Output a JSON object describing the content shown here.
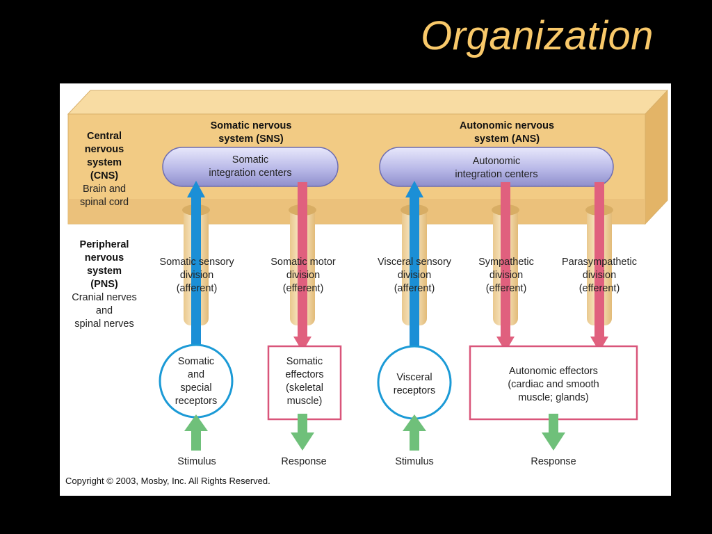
{
  "slide": {
    "title": "Organization"
  },
  "cns": {
    "heading_lines": [
      "Central",
      "nervous",
      "system",
      "(CNS)"
    ],
    "detail_lines": [
      "Brain and",
      "spinal cord"
    ]
  },
  "pns": {
    "heading_lines": [
      "Peripheral",
      "nervous",
      "system",
      "(PNS)"
    ],
    "detail_lines": [
      "Cranial nerves",
      "and",
      "spinal nerves"
    ]
  },
  "sns": {
    "title_lines": [
      "Somatic nervous",
      "system (SNS)"
    ],
    "center_lines": [
      "Somatic",
      "integration centers"
    ]
  },
  "ans": {
    "title_lines": [
      "Autonomic nervous",
      "system (ANS)"
    ],
    "center_lines": [
      "Autonomic",
      "integration centers"
    ]
  },
  "divisions": {
    "somatic_sensory": [
      "Somatic sensory",
      "division",
      "(afferent)"
    ],
    "somatic_motor": [
      "Somatic motor",
      "division",
      "(efferent)"
    ],
    "visceral_sensory": [
      "Visceral sensory",
      "division",
      "(afferent)"
    ],
    "sympathetic": [
      "Sympathetic",
      "division",
      "(efferent)"
    ],
    "parasympathetic": [
      "Parasympathetic",
      "division",
      "(efferent)"
    ]
  },
  "endpoints": {
    "somatic_receptors": [
      "Somatic",
      "and",
      "special",
      "receptors"
    ],
    "somatic_effectors": [
      "Somatic",
      "effectors",
      "(skeletal",
      "muscle)"
    ],
    "visceral_receptors": [
      "Visceral",
      "receptors"
    ],
    "autonomic_effectors": [
      "Autonomic effectors",
      "(cardiac and smooth",
      "muscle; glands)"
    ]
  },
  "io_labels": {
    "stimulus_1": "Stimulus",
    "response_1": "Response",
    "stimulus_2": "Stimulus",
    "response_2": "Response"
  },
  "copyright": "Copyright © 2003, Mosby, Inc. All Rights Reserved.",
  "colors": {
    "background": "#000000",
    "title": "#f9c96a",
    "cns_band": "#f0c97f",
    "integration_pill": "#c9c9ee",
    "afferent": "#1b8fd6",
    "efferent": "#e0607e",
    "stimulus_response": "#6fc07a",
    "nerve_tube": "#f5d9a0"
  },
  "icons": {
    "arrow": "arrow-icon"
  }
}
